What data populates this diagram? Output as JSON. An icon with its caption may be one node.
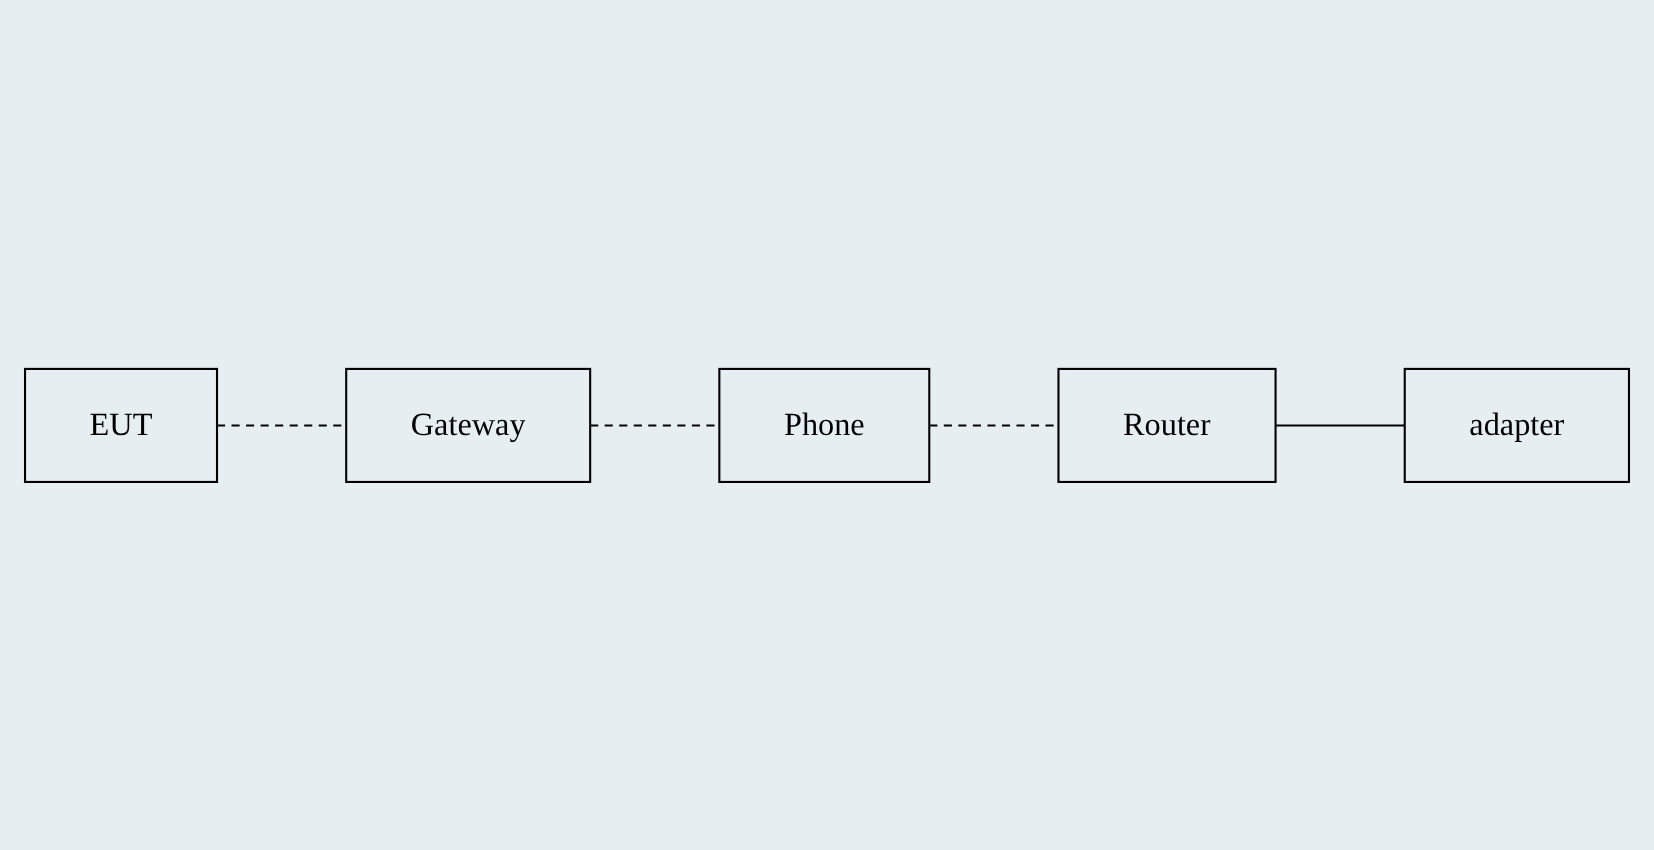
{
  "diagram": {
    "nodes": [
      {
        "text": [
          "EUT"
        ]
      },
      {
        "text": [
          "Gateway"
        ]
      },
      {
        "text": [
          "Phone"
        ]
      },
      {
        "text": [
          "Router"
        ]
      },
      {
        "text": [
          "adapter"
        ]
      }
    ],
    "edges": [
      {
        "from": 0,
        "to": 1,
        "arrow": "none",
        "style": "dashed"
      },
      {
        "from": 1,
        "to": 2,
        "arrow": "none",
        "style": "dashed"
      },
      {
        "from": 2,
        "to": 3,
        "arrow": "none",
        "style": "dashed"
      },
      {
        "from": 3,
        "to": 4,
        "arrow": "none"
      }
    ]
  }
}
